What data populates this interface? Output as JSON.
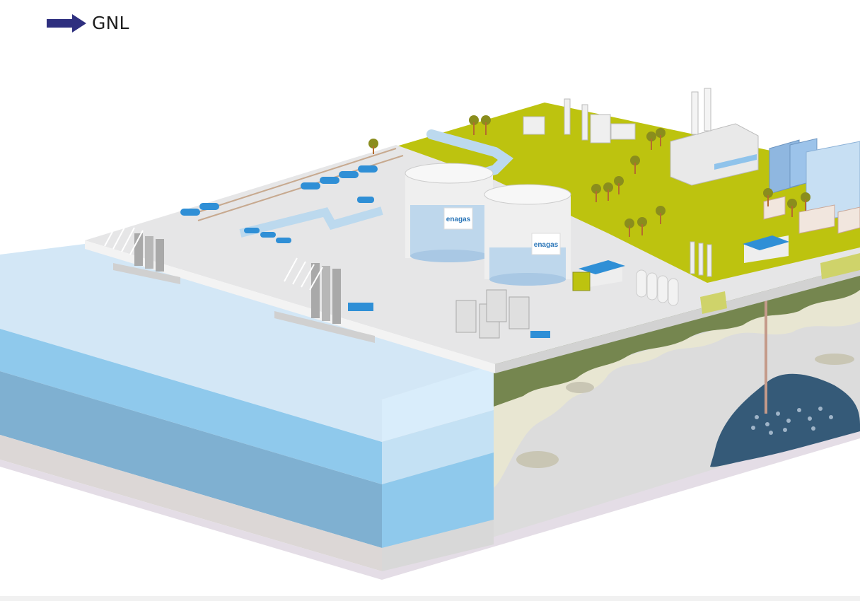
{
  "legend": {
    "label": "GNL",
    "arrow_color": "#2e2f7f",
    "arrow_icon": "right-arrow-icon"
  },
  "logos": {
    "tank_left": "enagas",
    "tank_right": "enagas"
  },
  "colors": {
    "ground_green": "#bdc30f",
    "platform": "#e6e6e7",
    "sea_top": "#d3e7f6",
    "sea_mid": "#8fc9ec",
    "sea_deep": "#7fb0d1",
    "soil": "#e8e6d2",
    "grass_layer": "#75864f",
    "reservoir": "#355a78",
    "tank_accent": "#2f8fd6"
  }
}
